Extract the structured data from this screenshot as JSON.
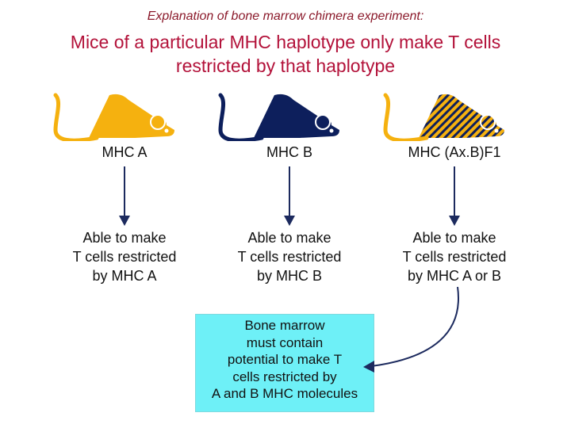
{
  "header": {
    "subtitle": "Explanation of bone marrow chimera experiment:",
    "title_line1": "Mice of a particular MHC haplotype only make T cells",
    "title_line2": "restricted by that haplotype"
  },
  "columns": [
    {
      "label": "MHC A",
      "result_lines": [
        "Able to make",
        "T cells restricted",
        "by MHC A"
      ],
      "mouse_color": "#f5b10f",
      "mouse_style": "solid"
    },
    {
      "label": "MHC B",
      "result_lines": [
        "Able to make",
        "T cells restricted",
        "by MHC B"
      ],
      "mouse_color": "#0d1f5c",
      "mouse_style": "solid"
    },
    {
      "label": "MHC (Ax.B)F1",
      "result_lines": [
        "Able to make",
        "T cells restricted",
        "by MHC A or B"
      ],
      "mouse_color": "#f5b10f",
      "mouse_stripe_color": "#0d1f5c",
      "mouse_style": "striped"
    }
  ],
  "conclusion": {
    "lines": [
      "Bone marrow",
      "must contain",
      "potential to make T",
      "cells restricted by",
      "A and B MHC molecules"
    ],
    "background": "#6ef0f7"
  },
  "colors": {
    "title": "#b3123a",
    "arrow": "#1c2a5e"
  }
}
